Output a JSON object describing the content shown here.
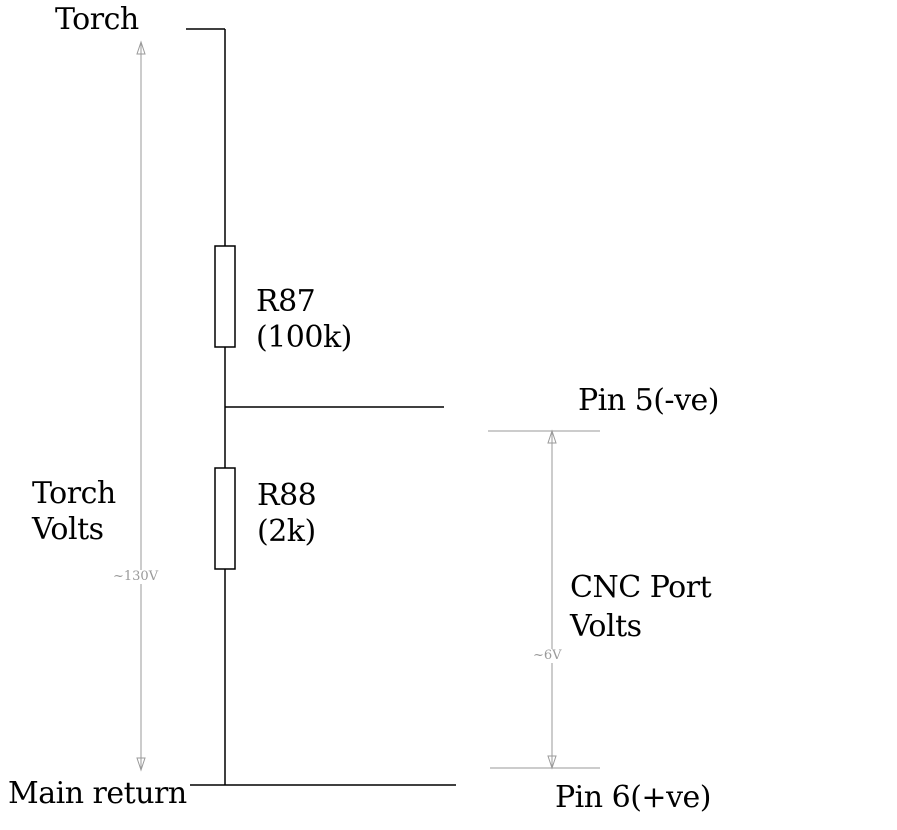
{
  "labels": {
    "torch": "Torch",
    "main_return": "Main return",
    "r87_name": "R87",
    "r87_value": "(100k)",
    "r88_name": "R88",
    "r88_value": "(2k)",
    "pin5": "Pin 5(-ve)",
    "pin6": "Pin 6(+ve)",
    "torch_volts_line1": "Torch",
    "torch_volts_line2": "Volts",
    "cnc_port_line1": "CNC Port",
    "cnc_port_line2": "Volts"
  },
  "dimensions": {
    "torch_voltage": "~130V",
    "port_voltage": "~6V"
  },
  "colors": {
    "wire": "#000000",
    "dimension": "#9a9a9a",
    "background": "#ffffff"
  }
}
